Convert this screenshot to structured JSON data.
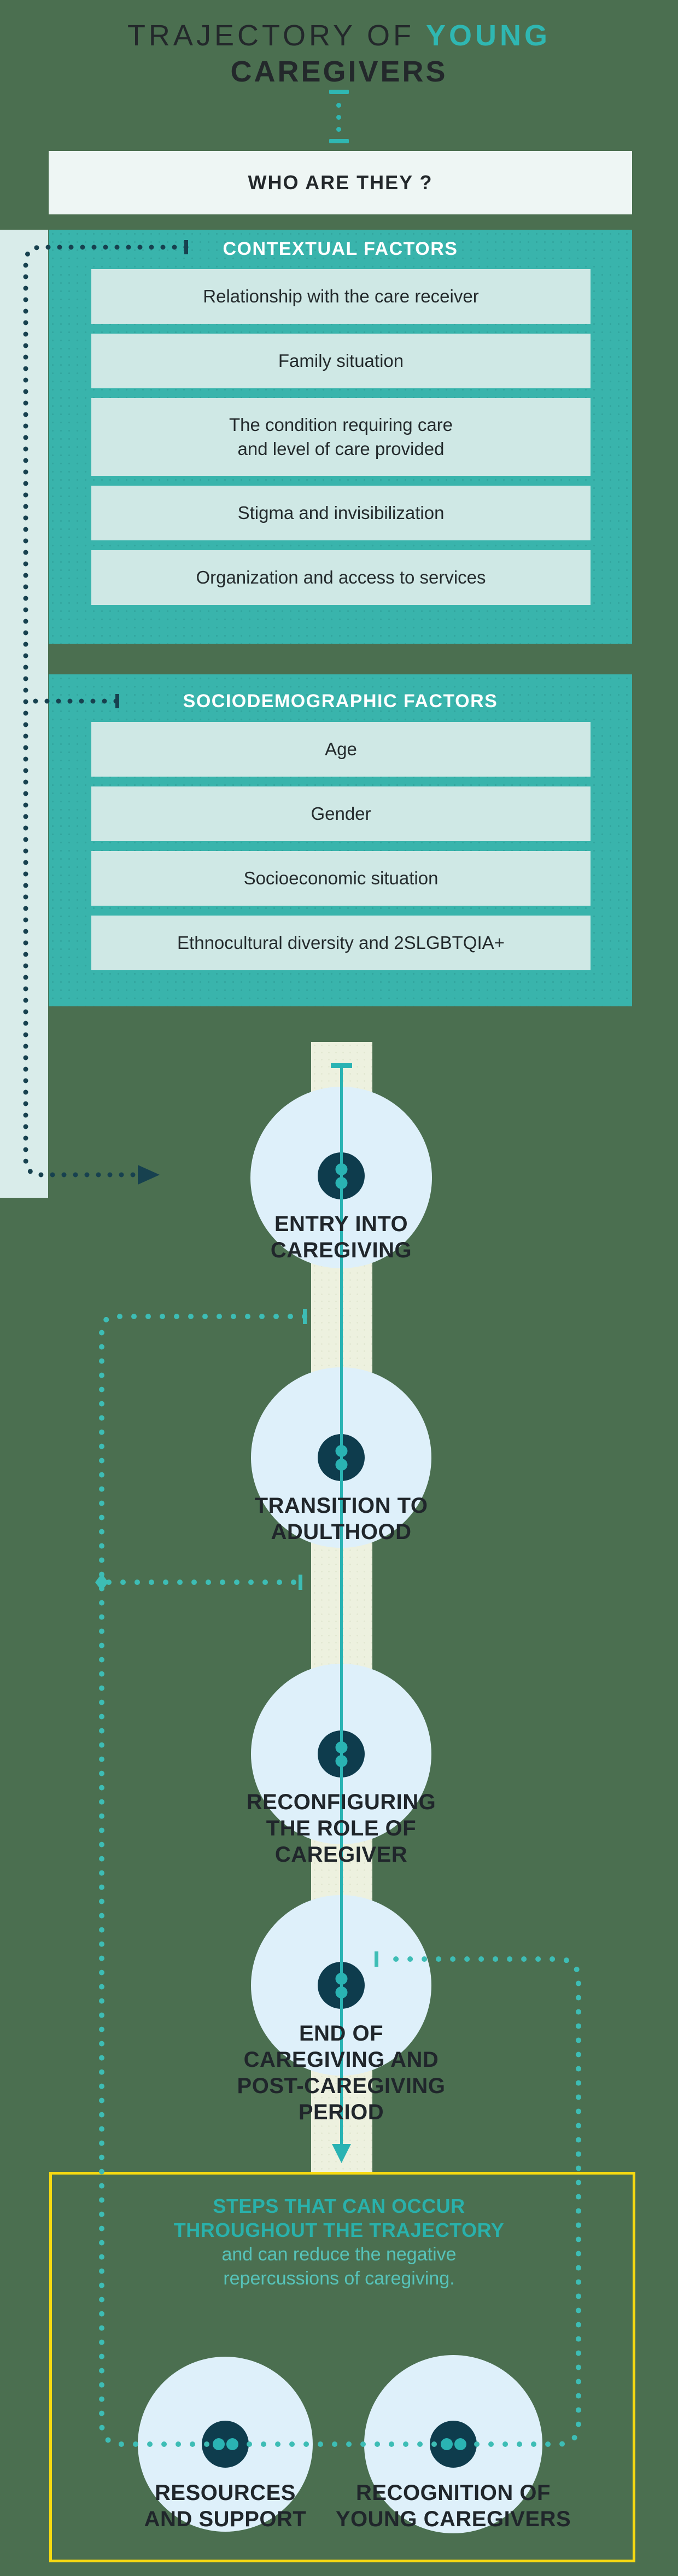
{
  "title": {
    "line1_plain": "TRAJECTORY OF ",
    "line1_accent": "YOUNG",
    "line2": "CAREGIVERS"
  },
  "who_box": {
    "label": "WHO ARE THEY ?"
  },
  "factors": {
    "contextual": {
      "header": "CONTEXTUAL FACTORS",
      "items": [
        {
          "lines": [
            "Relationship with the care receiver"
          ]
        },
        {
          "lines": [
            "Family situation"
          ]
        },
        {
          "lines": [
            "The condition requiring care",
            "and level of care provided"
          ]
        },
        {
          "lines": [
            "Stigma and invisibilization"
          ]
        },
        {
          "lines": [
            "Organization and access to services"
          ]
        }
      ]
    },
    "sociodemographic": {
      "header": "SOCIODEMOGRAPHIC FACTORS",
      "items": [
        {
          "lines": [
            "Age"
          ]
        },
        {
          "lines": [
            "Gender"
          ]
        },
        {
          "lines": [
            "Socioeconomic situation"
          ]
        },
        {
          "lines": [
            "Ethnocultural diversity and 2SLGBTQIA+"
          ]
        }
      ]
    }
  },
  "timeline": {
    "nodes": [
      {
        "lines": [
          "ENTRY INTO",
          "CAREGIVING"
        ]
      },
      {
        "lines": [
          "TRANSITION TO",
          "ADULTHOOD"
        ]
      },
      {
        "lines": [
          "RECONFIGURING",
          "THE ROLE OF",
          "CAREGIVER"
        ]
      },
      {
        "lines": [
          "END OF",
          "CAREGIVING AND",
          "POST-CAREGIVING",
          "PERIOD"
        ]
      }
    ]
  },
  "steps_box": {
    "bold_lines": [
      "STEPS THAT CAN OCCUR",
      "THROUGHOUT THE TRAJECTORY"
    ],
    "light_lines": [
      "and can reduce the negative",
      "repercussions of caregiving."
    ]
  },
  "bottom_nodes": [
    {
      "lines": [
        "RESOURCES",
        "AND SUPPORT"
      ]
    },
    {
      "lines": [
        "RECOGNITION OF",
        "YOUNG CAREGIVERS"
      ]
    }
  ],
  "colors": {
    "background_green": "#4b6f50",
    "teal_box": "#39b4ac",
    "item_light": "#cfe8e5",
    "white_box": "#eef6f4",
    "mint_band": "#d9ecea",
    "cream_band": "#edf1df",
    "halo_blue": "#def0fa",
    "node_navy": "#0e3c4d",
    "navy_dotted_line": "#17414f",
    "teal_accent": "#2fb7b2",
    "teal_dotted_line": "#3dbdb5",
    "yellow_border": "#f7da11",
    "steps_bold_teal": "#29b1ab",
    "steps_light_teal": "#56c3b9",
    "text_dark": "#20262b"
  }
}
